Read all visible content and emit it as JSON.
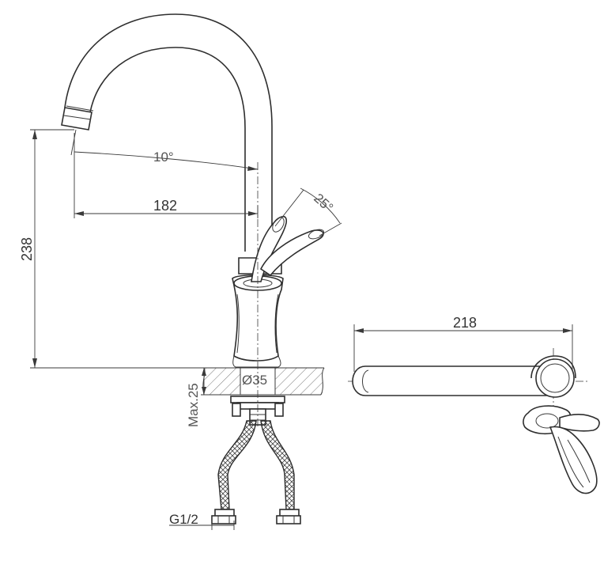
{
  "dimensions": {
    "spout_angle": "10°",
    "spout_reach": "182",
    "height": "238",
    "lever_angle": "25°",
    "mount_hole": "Ø35",
    "counter_thickness": "Max.25",
    "connection": "G1/2",
    "top_view_length": "218"
  }
}
